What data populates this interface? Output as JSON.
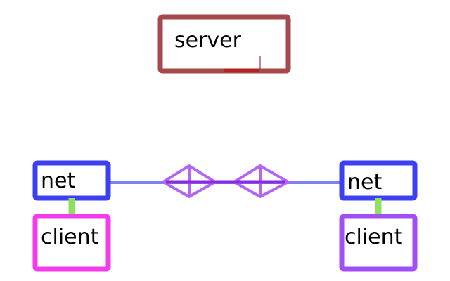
{
  "nodes": {
    "server": {
      "label": "server",
      "color": "#9e3a3c"
    },
    "net_left": {
      "label": "net",
      "color": "#3d3ff2"
    },
    "net_right": {
      "label": "net",
      "color": "#3d3ff2"
    },
    "client_left": {
      "label": "client",
      "color": "#f33ce9"
    },
    "client_right": {
      "label": "client",
      "color": "#a24ef5"
    }
  },
  "colors": {
    "link_line": "#7d7ff7",
    "connector": "#8ee05f",
    "diamond": "#b266f5",
    "diamond_core": "#8a2be2",
    "server_accent": "#b31a1a"
  }
}
